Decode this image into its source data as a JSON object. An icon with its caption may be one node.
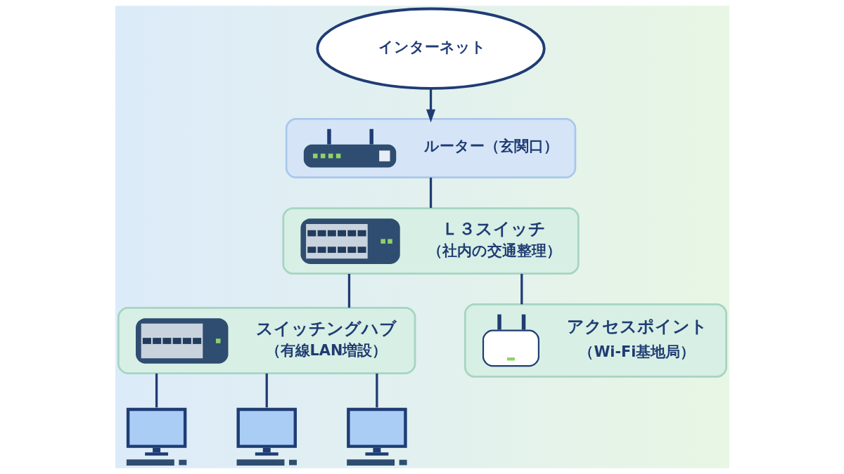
{
  "diagram": {
    "nodes": [
      {
        "text": [
          "インターネット"
        ]
      },
      {
        "text": [
          "ルーター（玄関口）"
        ]
      },
      {
        "text": [
          "Ｌ３スイッチ",
          "（社内の交通整理）"
        ]
      },
      {
        "text": [
          "スイッチングハブ",
          "（有線LAN増設）"
        ]
      },
      {
        "text": [
          "アクセスポイント",
          "（Wi-Fi基地局）"
        ]
      },
      {
        "text": [],
        "shape": "picture"
      },
      {
        "text": [],
        "shape": "picture"
      },
      {
        "text": [],
        "shape": "picture"
      }
    ],
    "edges": [
      {
        "from": 0,
        "to": 1,
        "arrow": "to"
      },
      {
        "from": 1,
        "to": 2,
        "arrow": "none"
      },
      {
        "from": 2,
        "to": 3,
        "arrow": "none"
      },
      {
        "from": 2,
        "to": 4,
        "arrow": "none"
      },
      {
        "from": 3,
        "to": 5,
        "arrow": "none"
      },
      {
        "from": 3,
        "to": 6,
        "arrow": "none"
      },
      {
        "from": 3,
        "to": 7,
        "arrow": "none"
      }
    ]
  }
}
